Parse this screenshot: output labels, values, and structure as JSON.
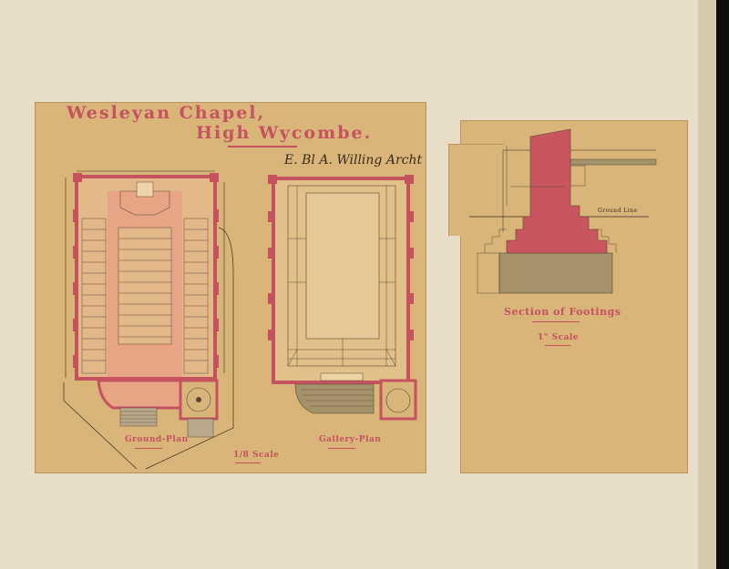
{
  "title": {
    "line1": "Wesleyan Chapel,",
    "line2": "High Wycombe."
  },
  "signature": "E. Bl A. Willing Archt",
  "plans": {
    "ground_plan_label": "Ground-Plan",
    "gallery_plan_label": "Gallery-Plan",
    "scale_label": "1/8 Scale"
  },
  "section": {
    "title": "Section of Footings",
    "scale_label": "1\" Scale",
    "ground_line_label": "Ground Line"
  },
  "colors": {
    "brick": "#c4525f",
    "paper": "#d9b57a",
    "mount": "#e8ddc6",
    "ink": "#3a2a1a",
    "concrete": "#a3926a"
  }
}
